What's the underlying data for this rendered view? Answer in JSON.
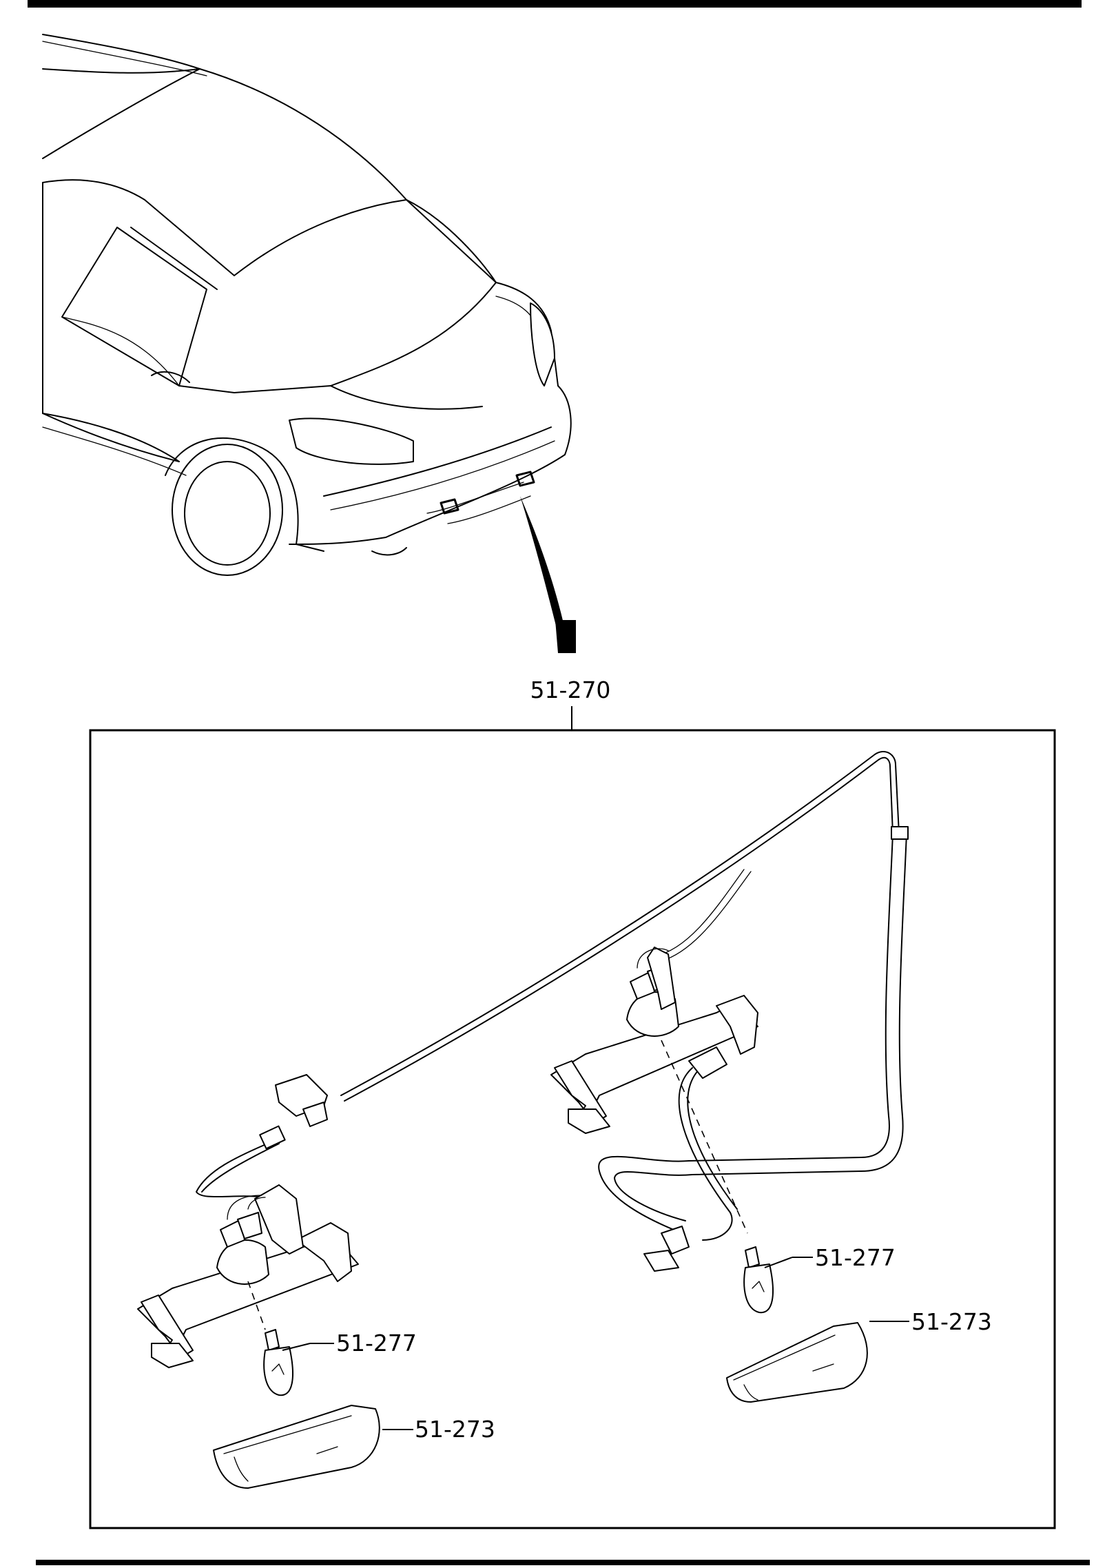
{
  "diagram": {
    "callouts": {
      "assembly": "51-270",
      "bulb_left": "51-277",
      "bulb_right": "51-277",
      "lens_left": "51-273",
      "lens_right": "51-273"
    }
  }
}
